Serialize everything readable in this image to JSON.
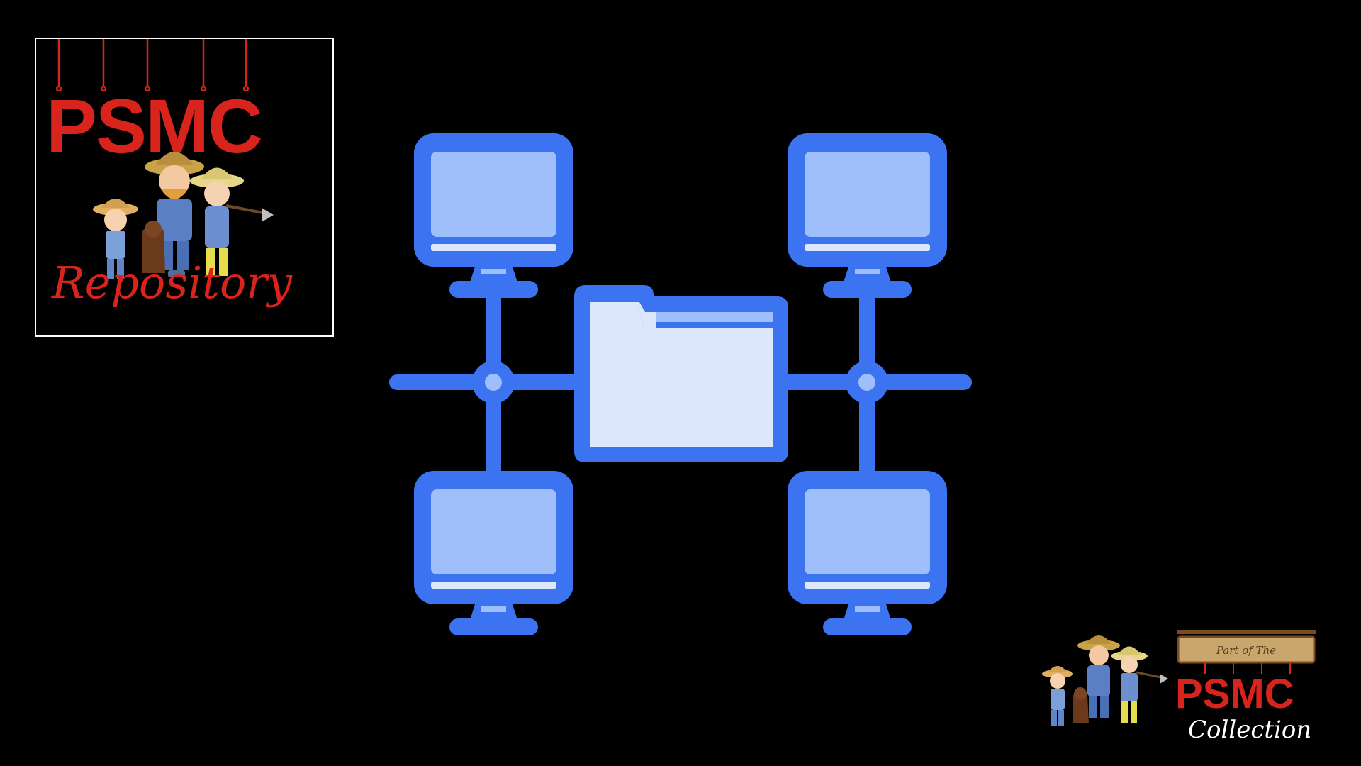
{
  "top_logo": {
    "title": "PSMC",
    "subtitle": "Repository"
  },
  "bottom_logo": {
    "sign_text": "Part of The",
    "title": "PSMC",
    "subtitle": "Collection"
  },
  "diagram": {
    "icon": "network-shared-folder-icon"
  },
  "colors": {
    "background": "#000000",
    "blue_dark": "#3b73f0",
    "blue_screen": "#9ebffa",
    "blue_folder": "#dde7fb",
    "logo_red": "#d8241c"
  }
}
